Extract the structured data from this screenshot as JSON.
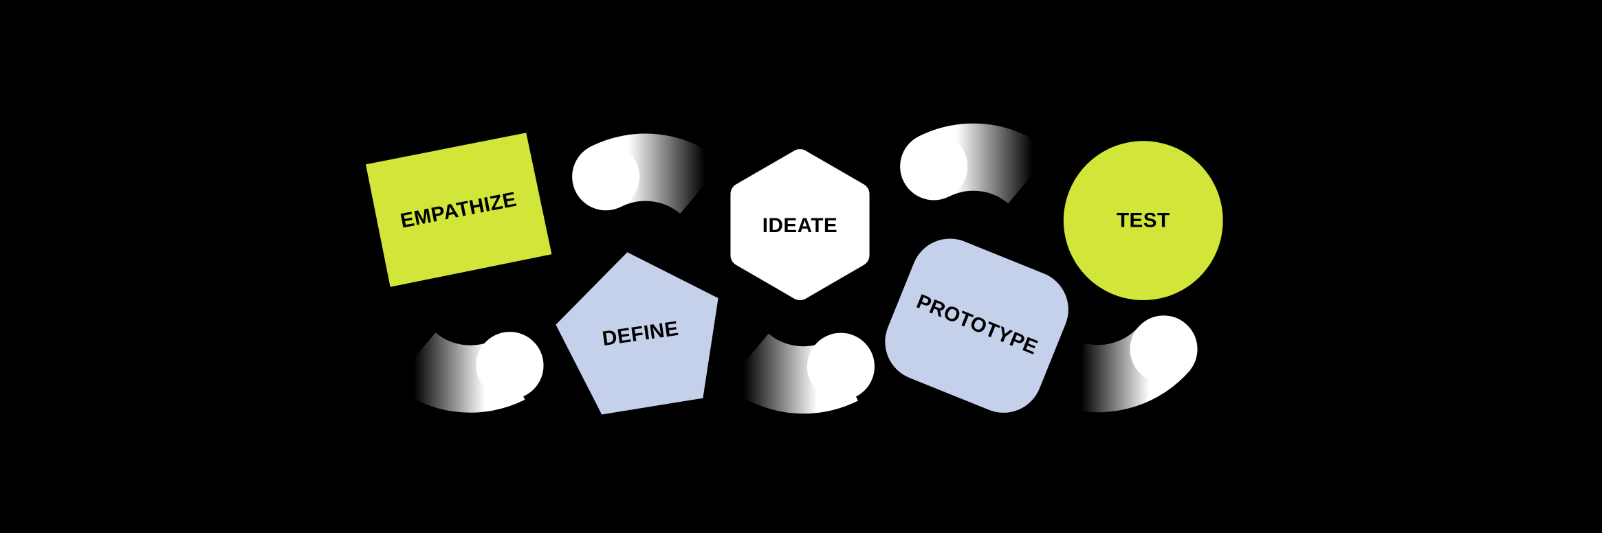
{
  "stages": [
    {
      "label": "EMPATHIZE",
      "shape": "tilted-square",
      "color": "#d2e63a"
    },
    {
      "label": "DEFINE",
      "shape": "pentagon",
      "color": "#c5d1ea"
    },
    {
      "label": "IDEATE",
      "shape": "hexagon",
      "color": "#ffffff"
    },
    {
      "label": "PROTOTYPE",
      "shape": "rounded-rectangle",
      "color": "#c5d1ea"
    },
    {
      "label": "TEST",
      "shape": "circle",
      "color": "#d2e63a"
    }
  ],
  "colors": {
    "background": "#000000",
    "connector": "#ffffff"
  }
}
